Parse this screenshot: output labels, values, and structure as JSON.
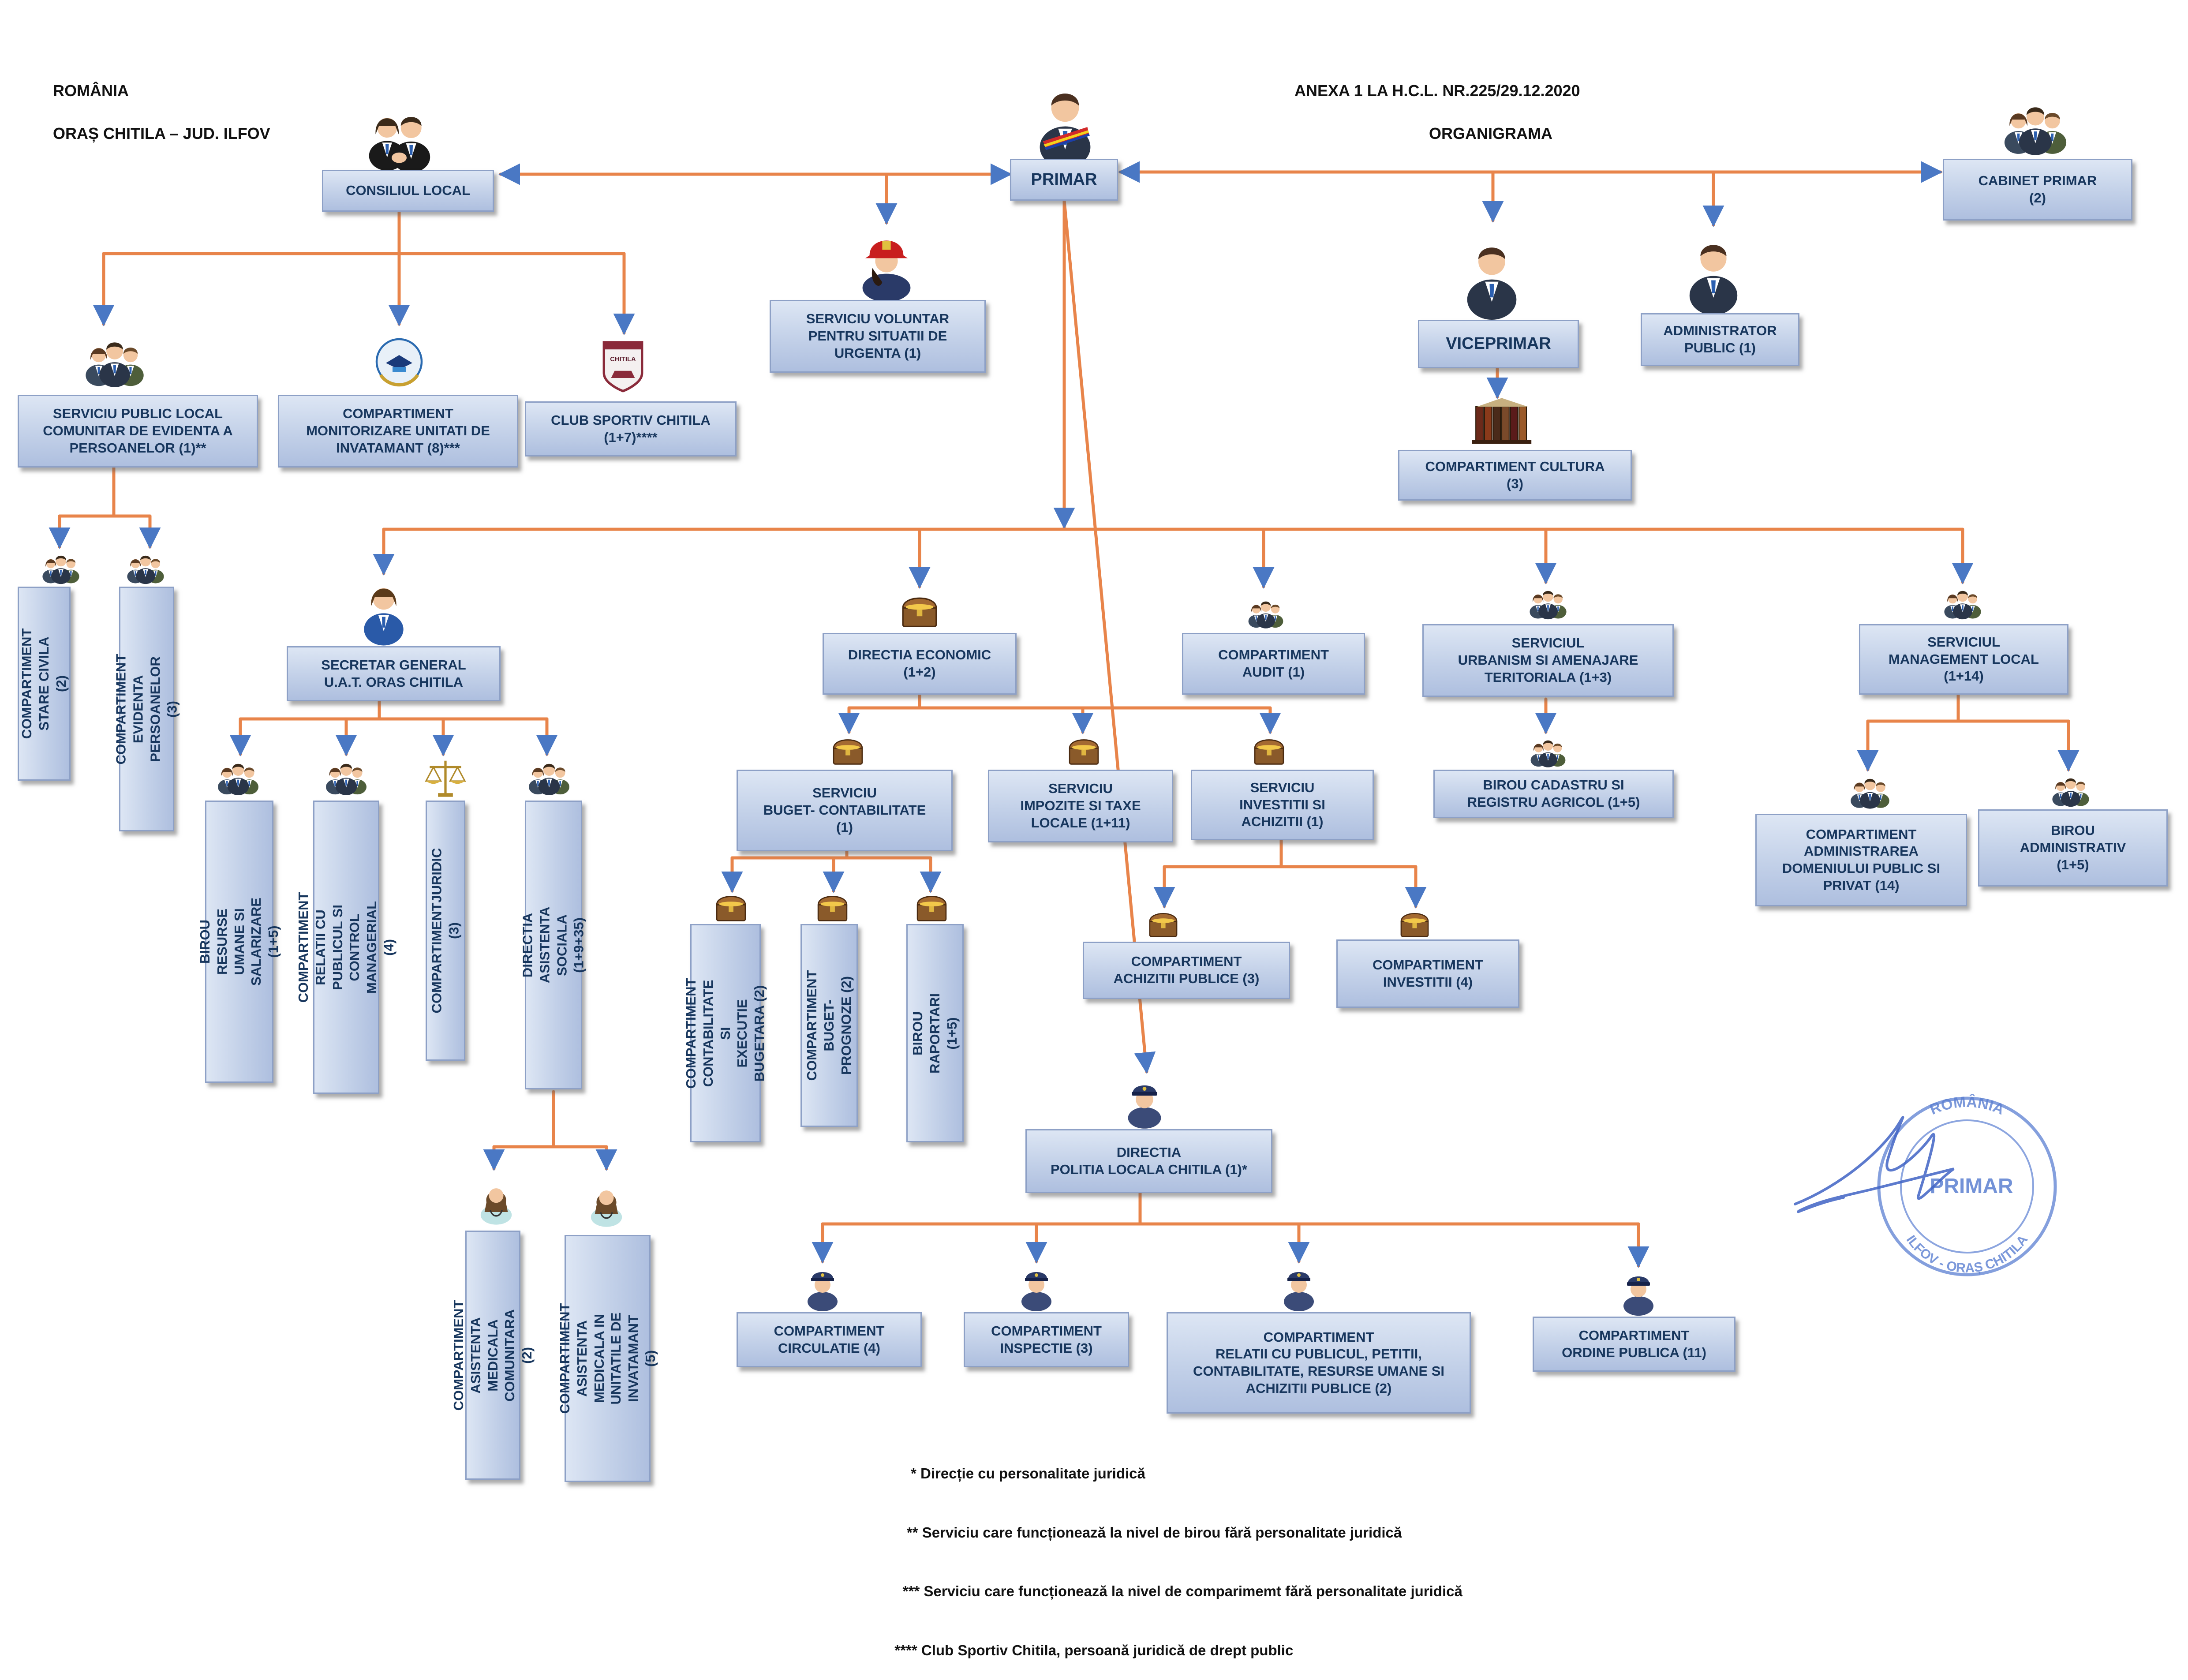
{
  "header": {
    "country": "ROMÂNIA",
    "locality": "ORAȘ CHITILA – JUD. ILFOV",
    "annex": "ANEXA 1 LA H.C.L. NR.225/29.12.2020",
    "doc_title": "ORGANIGRAMA"
  },
  "nodes": {
    "primar": "PRIMAR",
    "consiliul_local": "CONSILIUL LOCAL",
    "cabinet_primar": "CABINET PRIMAR\n(2)",
    "svsu": "SERVICIU VOLUNTAR\nPENTRU SITUATII DE\nURGENTA (1)",
    "viceprimar": "VICEPRIMAR",
    "administrator_public": "ADMINISTRATOR\nPUBLIC (1)",
    "compartiment_cultura": "COMPARTIMENT CULTURA\n(3)",
    "spclep": "SERVICIU PUBLIC LOCAL\nCOMUNITAR DE EVIDENTA A\nPERSOANELOR (1)**",
    "monitorizare": "COMPARTIMENT\nMONITORIZARE UNITATI DE\nINVATAMANT (8)***",
    "club_sportiv": "CLUB SPORTIV CHITILA\n(1+7)****",
    "stare_civila": "COMPARTIMENT\nSTARE CIVILA (2)",
    "evidenta_persoanelor": "COMPARTIMENT\nEVIDENTA PERSOANELOR (3)",
    "secretar_general": "SECRETAR GENERAL\nU.A.T. ORAS CHITILA",
    "resurse_umane": "BIROU\nRESURSE UMANE SI SALARIZARE\n(1+5)",
    "relatii_publicul": "COMPARTIMENT\nRELATII CU PUBLICUL SI CONTROL\nMANAGERIAL (4)",
    "juridic": "COMPARTIMENTJURIDIC (3)",
    "directia_asistenta": "DIRECTIA ASISTENTA SOCIALA\n(1+9+35)",
    "asistenta_comunitara": "COMPARTIMENT ASISTENTA\nMEDICALA COMUNITARA (2)",
    "asistenta_scoli": "COMPARTIMENT\nASISTENTA MEDICALA IN\nUNITATILE DE INVATAMANT\n(5)",
    "directia_economic": "DIRECTIA ECONOMIC\n(1+2)",
    "buget_contabilitate": "SERVICIU\nBUGET- CONTABILITATE\n(1)",
    "impozite_taxe": "SERVICIU\nIMPOZITE SI TAXE\nLOCALE (1+11)",
    "investitii_achizitii": "SERVICIU\nINVESTITII SI\nACHIZITII (1)",
    "contabilitate_executie": "COMPARTIMENT\nCONTABILITATE SI\nEXECUTIE BUGETARA (2)",
    "buget_prognoze": "COMPARTIMENT\nBUGET-PROGNOZE (2)",
    "birou_raportari": "BIROU\nRAPORTARI (1+5)",
    "achizitii_publice": "COMPARTIMENT\nACHIZITII PUBLICE (3)",
    "compartiment_investitii": "COMPARTIMENT\nINVESTITII (4)",
    "audit": "COMPARTIMENT\nAUDIT (1)",
    "urbanism": "SERVICIUL\nURBANISM SI AMENAJARE\nTERITORIALA (1+3)",
    "cadastru": "BIROU CADASTRU SI\nREGISTRU AGRICOL (1+5)",
    "management_local": "SERVICIUL\nMANAGEMENT LOCAL\n(1+14)",
    "administrare_domeniu": "COMPARTIMENT\nADMINISTRAREA\nDOMENIULUI PUBLIC SI\nPRIVAT (14)",
    "birou_administrativ": "BIROU\nADMINISTRATIV\n(1+5)",
    "politia_locala": "DIRECTIA\nPOLITIA LOCALA CHITILA (1)*",
    "circulatie": "COMPARTIMENT\nCIRCULATIE (4)",
    "inspectie": "COMPARTIMENT\nINSPECTIE (3)",
    "relatii_petitii": "COMPARTIMENT\nRELATII CU PUBLICUL, PETITII,\nCONTABILITATE, RESURSE UMANE SI\nACHIZITII PUBLICE (2)",
    "ordine_publica": "COMPARTIMENT\nORDINE PUBLICA (11)"
  },
  "footnotes": [
    "      * Direcție cu personalitate juridică",
    "     ** Serviciu care funcționează la nivel de birou fără personalitate juridică",
    "    *** Serviciu care funcționează la nivel de comparimemt fără personalitate juridică",
    "  **** Club Sportiv Chitila, persoană juridică de drept public"
  ],
  "stamp": {
    "top_text": "ROMÂNIA",
    "center_text": "PRIMAR",
    "bottom_text": "ILFOV - ORAȘ CHITILA"
  },
  "badge_text": "CHITILA",
  "colors": {
    "connector": "#e8844a",
    "arrow": "#4a78c4",
    "box_text": "#17365d",
    "stamp": "#5b7fd1"
  }
}
